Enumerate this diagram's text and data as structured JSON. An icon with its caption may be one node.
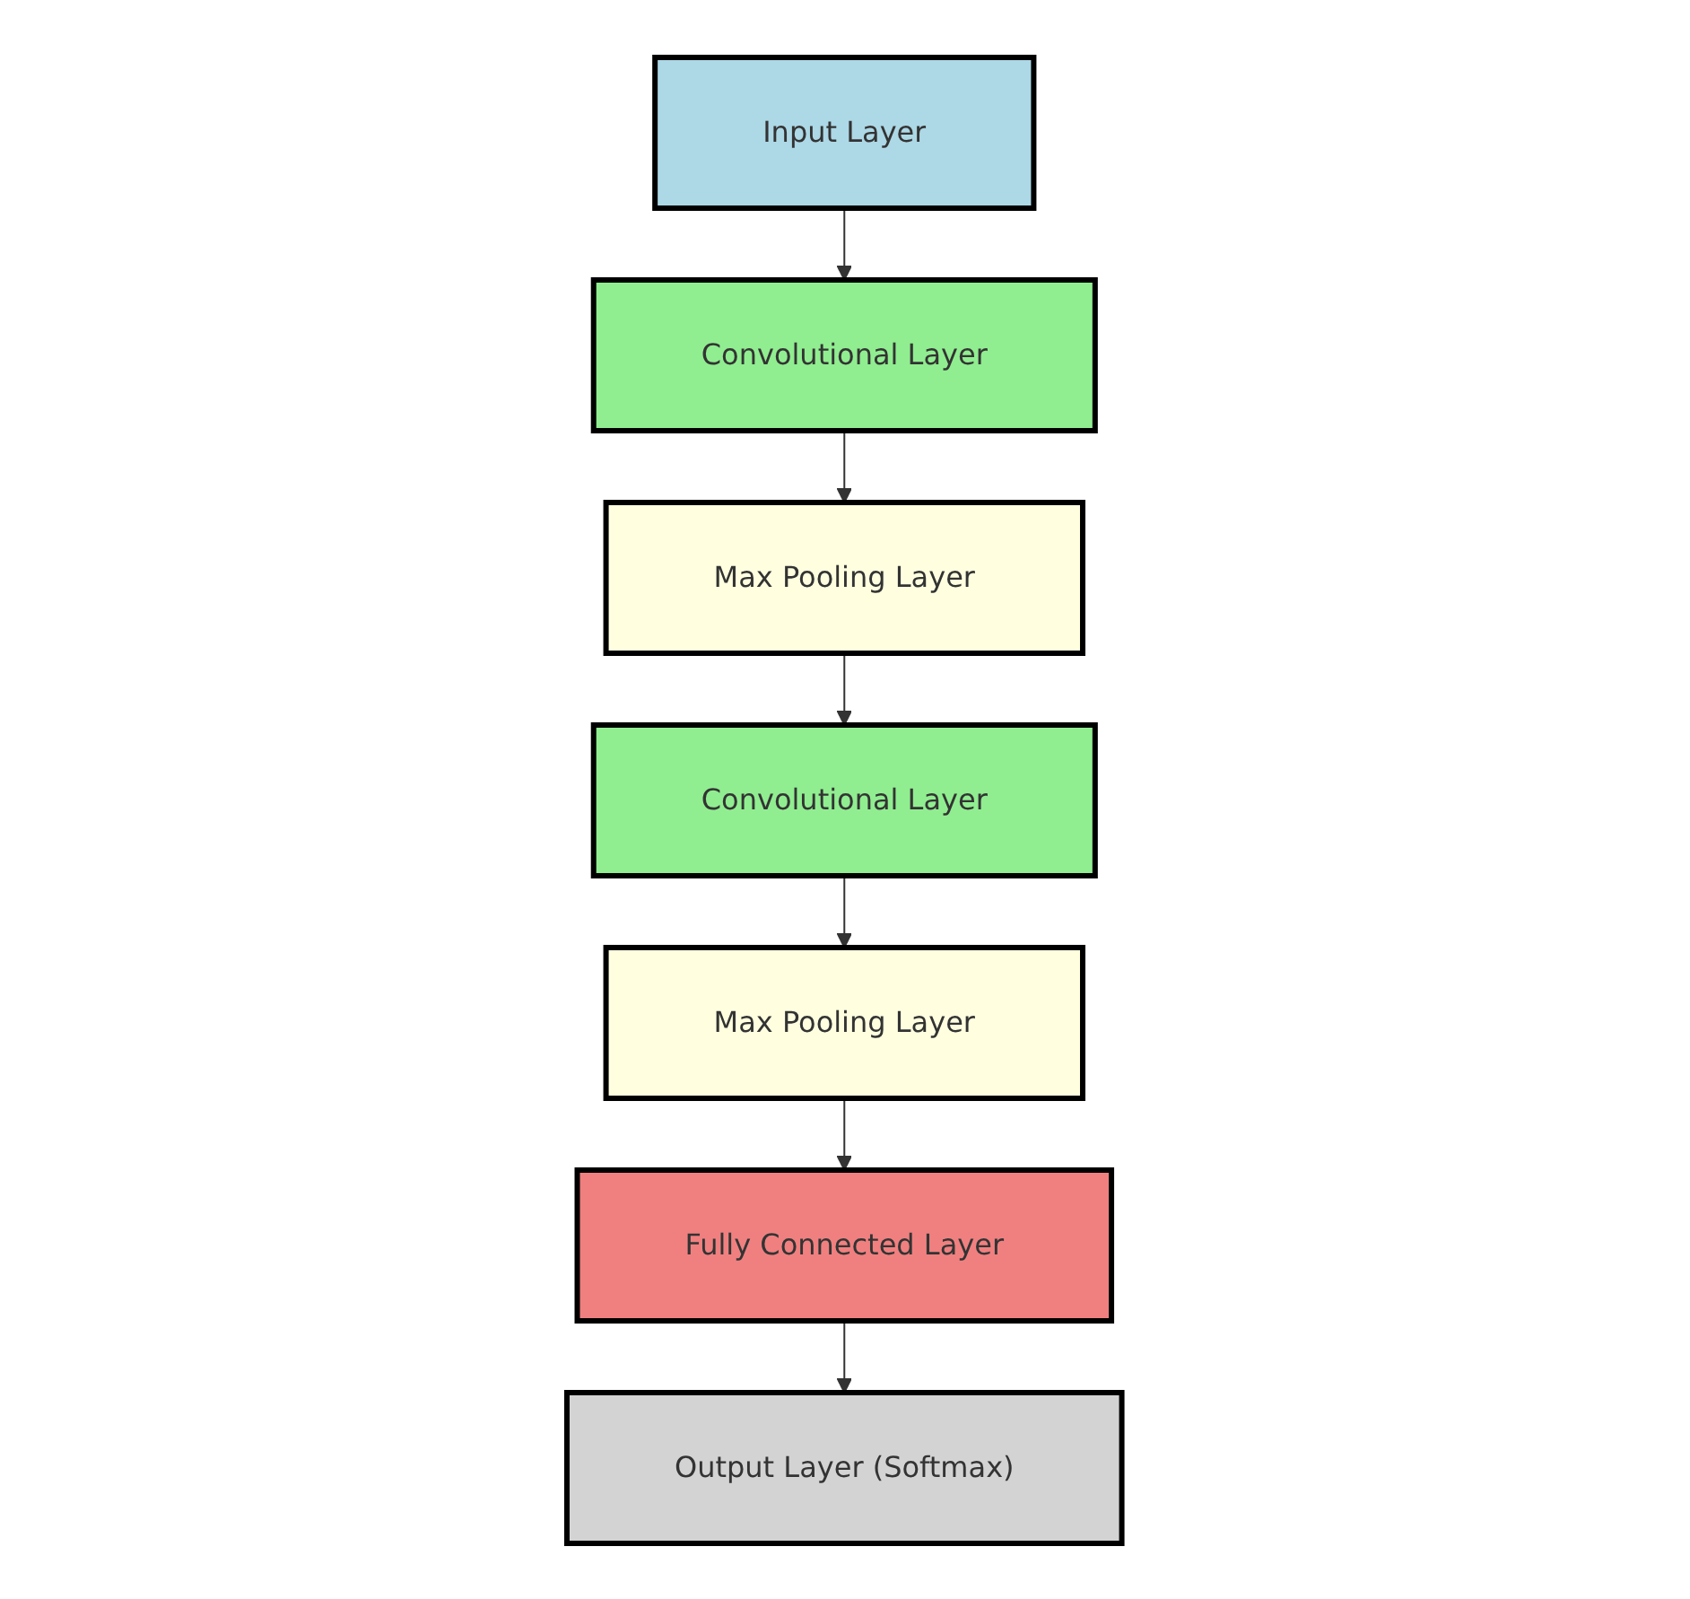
{
  "diagram": {
    "nodes": [
      {
        "text": [
          "Input Layer"
        ]
      },
      {
        "text": [
          "Convolutional Layer"
        ]
      },
      {
        "text": [
          "Max Pooling Layer"
        ]
      },
      {
        "text": [
          "Convolutional Layer"
        ]
      },
      {
        "text": [
          "Max Pooling Layer"
        ]
      },
      {
        "text": [
          "Fully Connected Layer"
        ]
      },
      {
        "text": [
          "Output Layer (Softmax)"
        ]
      }
    ],
    "edges": [
      {
        "from": 0,
        "to": 1,
        "arrow": "to"
      },
      {
        "from": 1,
        "to": 2,
        "arrow": "to"
      },
      {
        "from": 2,
        "to": 3,
        "arrow": "to"
      },
      {
        "from": 3,
        "to": 4,
        "arrow": "to"
      },
      {
        "from": 4,
        "to": 5,
        "arrow": "to"
      },
      {
        "from": 5,
        "to": 6,
        "arrow": "to"
      }
    ]
  }
}
